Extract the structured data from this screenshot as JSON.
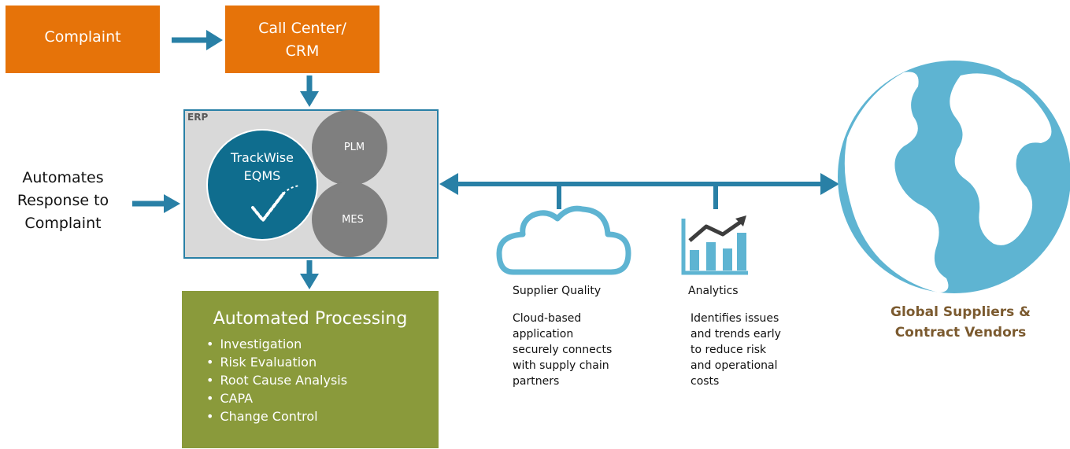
{
  "colors": {
    "orange": "#E67309",
    "teal": "#2980A6",
    "dark_teal": "#0F6D8E",
    "gray_circle": "#7F7F7F",
    "erp_fill": "#D9D9D9",
    "olive": "#8A9A3B",
    "light_blue": "#5EB4D2",
    "brown_text": "#7B5A2F"
  },
  "complaint": {
    "label": "Complaint"
  },
  "call_center": {
    "line1": "Call Center/",
    "line2": "CRM"
  },
  "erp": {
    "label": "ERP",
    "trackwise": {
      "line1": "TrackWise",
      "line2": "EQMS"
    },
    "plm": "PLM",
    "mes": "MES"
  },
  "automates": {
    "lines": [
      "Automates",
      "Response to",
      "Complaint"
    ]
  },
  "processing": {
    "title": "Automated Processing",
    "items": [
      "Investigation",
      "Risk Evaluation",
      "Root Cause Analysis",
      "CAPA",
      "Change Control"
    ]
  },
  "supplier_quality": {
    "title": "Supplier Quality",
    "description": [
      "Cloud-based",
      "application",
      "securely connects",
      "with supply chain",
      "partners"
    ]
  },
  "analytics": {
    "title": "Analytics",
    "description": [
      "Identifies issues",
      "and trends early",
      "to reduce risk",
      "and operational",
      "costs"
    ]
  },
  "global": {
    "line1": "Global Suppliers &",
    "line2": "Contract Vendors"
  },
  "icons": [
    "cloud-icon",
    "analytics-chart-icon",
    "globe-icon",
    "trackwise-check-icon"
  ]
}
